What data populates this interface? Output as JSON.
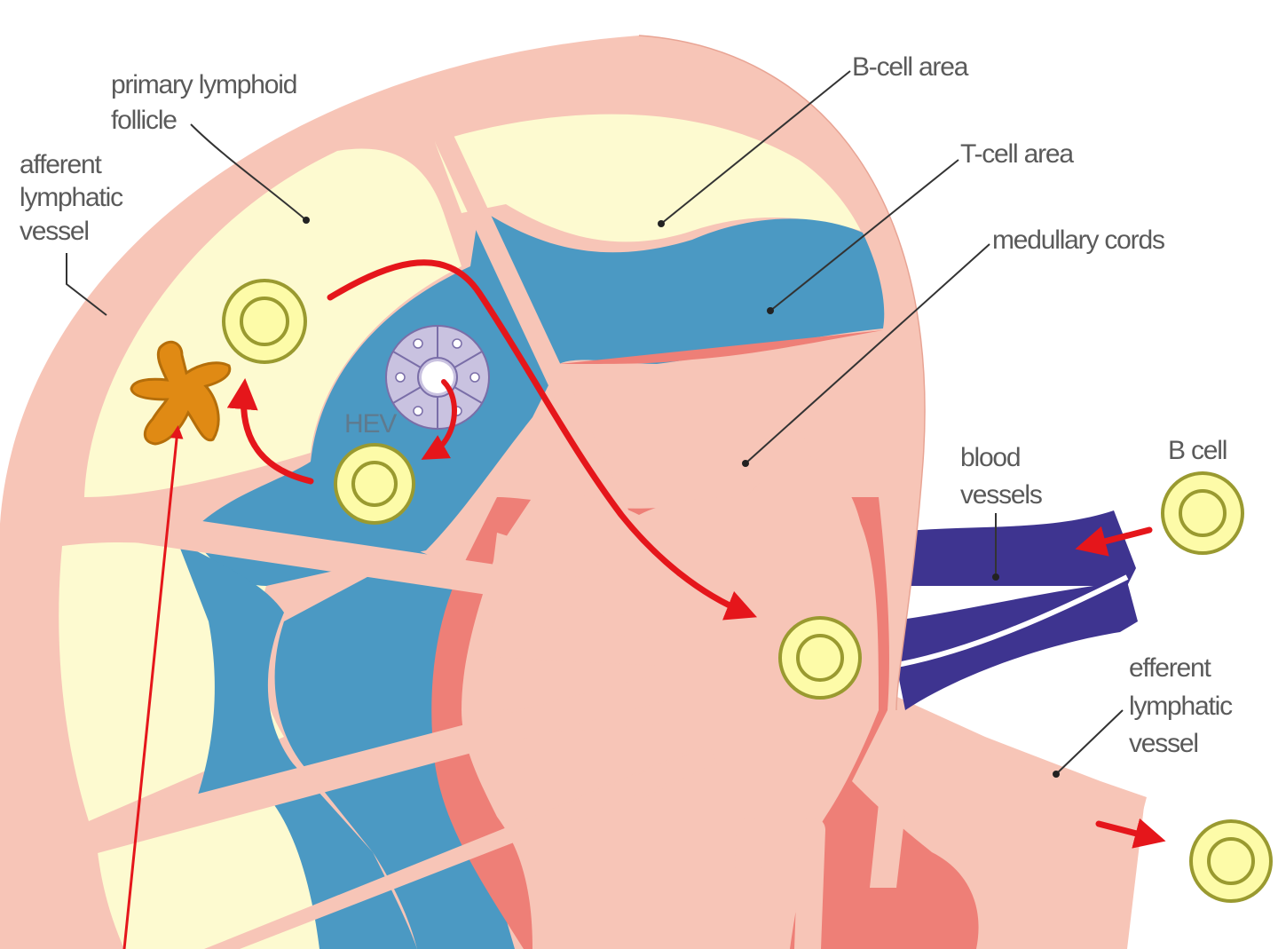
{
  "diagram": {
    "colors": {
      "capsule": "#F7C5B7",
      "follicle": "#FDFAD0",
      "t_cell_area": "#4B99C3",
      "medullary": "#EE7F77",
      "blood_vessel": "#3E3490",
      "arrow": "#E5161B",
      "dendritic_cell": "#C77C13",
      "hev": "#C9C2E0"
    },
    "labels": {
      "primary_follicle_line1": "primary lymphoid",
      "primary_follicle_line2": "follicle",
      "afferent_line1": "afferent",
      "afferent_line2": "lymphatic",
      "afferent_line3": "vessel",
      "b_cell_area": "B-cell area",
      "t_cell_area": "T-cell area",
      "medullary_cords": "medullary cords",
      "hev": "HEV",
      "blood_line1": "blood",
      "blood_line2": "vessels",
      "b_cell_in": "B cell",
      "efferent_line1": "efferent",
      "efferent_line2": "lymphatic",
      "efferent_line3": "vessel"
    },
    "icons": {
      "b_cell": "b-cell-icon",
      "dendritic_cell": "dendritic-cell-icon",
      "hev": "hev-icon"
    }
  }
}
